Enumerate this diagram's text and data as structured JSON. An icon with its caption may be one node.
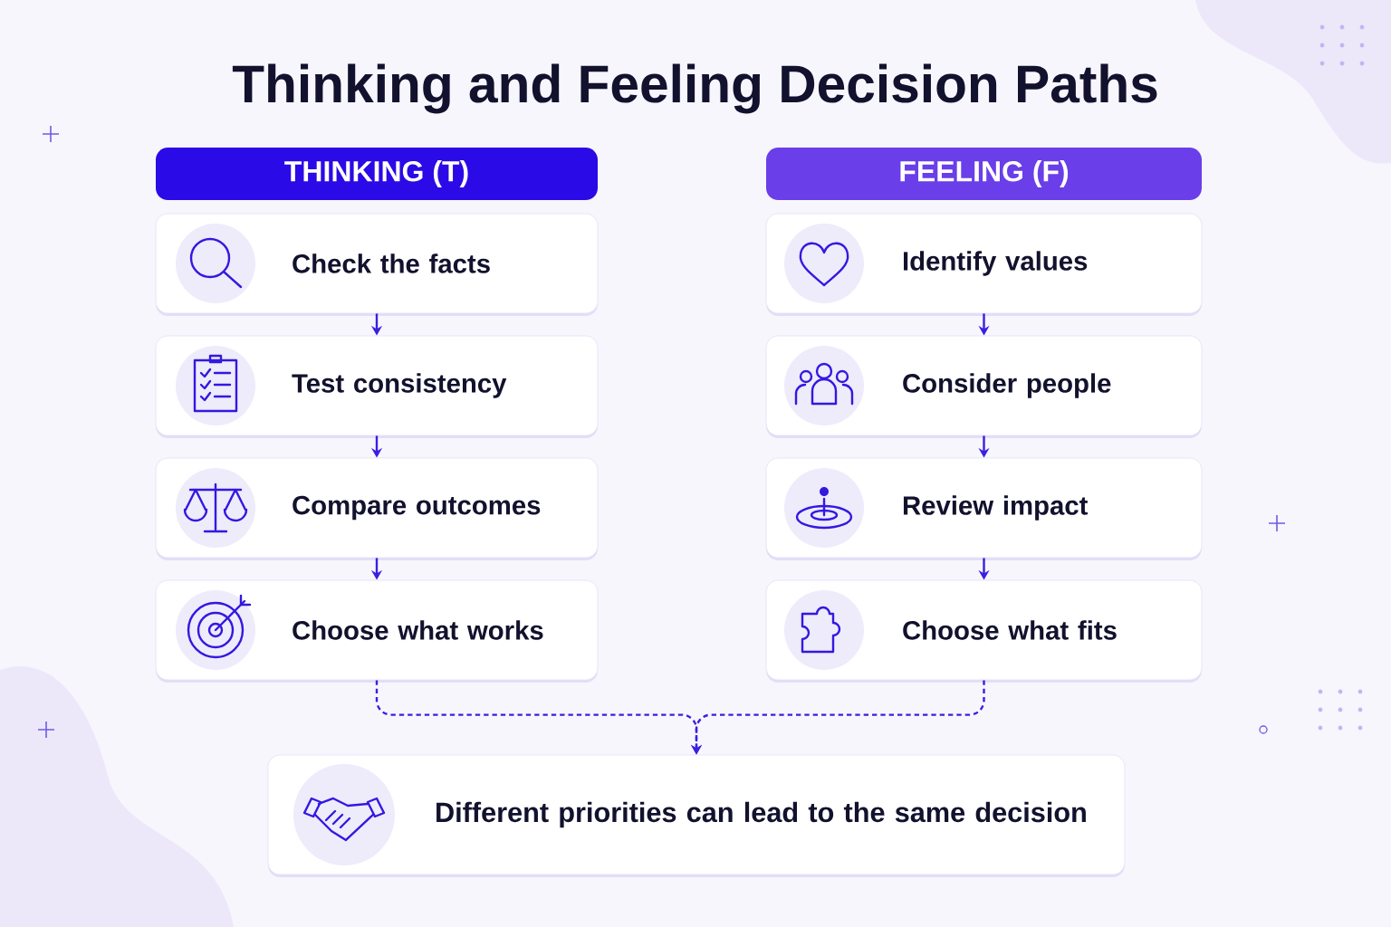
{
  "diagram": {
    "title": "Thinking and Feeling Decision Paths",
    "nodes": [
      {
        "text": [
          "THINKING (T)"
        ]
      },
      {
        "text": [
          "Check the facts"
        ]
      },
      {
        "text": [
          "Test consistency"
        ]
      },
      {
        "text": [
          "Compare outcomes"
        ]
      },
      {
        "text": [
          "Choose what works"
        ]
      },
      {
        "text": [
          "FEELING (F)"
        ]
      },
      {
        "text": [
          "Identify values"
        ]
      },
      {
        "text": [
          "Consider people"
        ]
      },
      {
        "text": [
          "Review impact"
        ]
      },
      {
        "text": [
          "Choose what fits"
        ]
      },
      {
        "text": [
          "Different priorities can lead to the same decision"
        ]
      }
    ],
    "edges": [
      {
        "from": 1,
        "to": 2,
        "arrow": "to"
      },
      {
        "from": 2,
        "to": 3,
        "arrow": "to"
      },
      {
        "from": 3,
        "to": 4,
        "arrow": "to"
      },
      {
        "from": 6,
        "to": 7,
        "arrow": "to"
      },
      {
        "from": 7,
        "to": 8,
        "arrow": "to"
      },
      {
        "from": 8,
        "to": 9,
        "arrow": "to"
      },
      {
        "from": 4,
        "to": 10,
        "arrow": "to",
        "style": "dashed"
      },
      {
        "from": 9,
        "to": 10,
        "arrow": "to",
        "style": "dashed"
      }
    ]
  }
}
